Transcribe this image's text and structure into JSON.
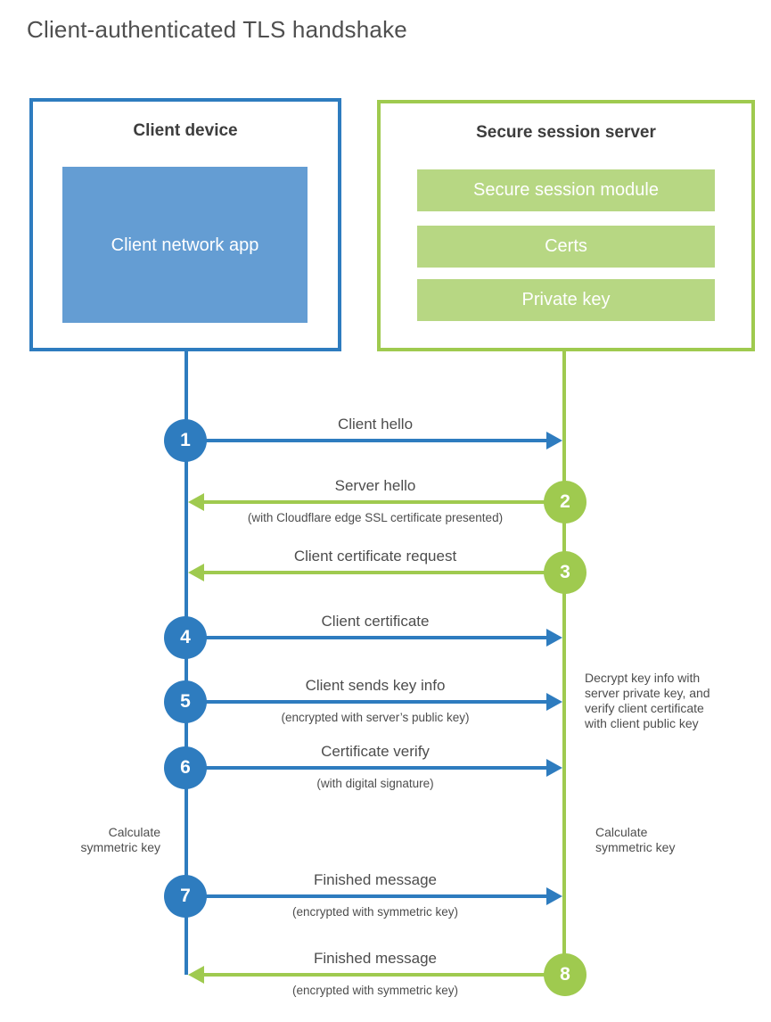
{
  "title": "Client-authenticated TLS handshake",
  "colors": {
    "blue": "#2e7cbf",
    "blue_fill": "#649dd3",
    "green": "#9fca4f",
    "green_fill": "#b7d783",
    "text": "#4d4d4d"
  },
  "client_box": {
    "heading": "Client device",
    "module": "Client network app"
  },
  "server_box": {
    "heading": "Secure session server",
    "modules": [
      {
        "label": "Secure session module"
      },
      {
        "label": "Certs"
      },
      {
        "label": "Private key"
      }
    ]
  },
  "messages": [
    {
      "number": "1",
      "label": "Client hello",
      "sublabel": "",
      "from": "client"
    },
    {
      "number": "2",
      "label": "Server hello",
      "sublabel": "(with Cloudflare edge SSL certificate presented)",
      "from": "server"
    },
    {
      "number": "3",
      "label": "Client certificate request",
      "sublabel": "",
      "from": "server"
    },
    {
      "number": "4",
      "label": "Client certificate",
      "sublabel": "",
      "from": "client"
    },
    {
      "number": "5",
      "label": "Client sends key info",
      "sublabel": "(encrypted with server’s public key)",
      "from": "client"
    },
    {
      "number": "6",
      "label": "Certificate verify",
      "sublabel": "(with digital signature)",
      "from": "client"
    },
    {
      "number": "7",
      "label": "Finished message",
      "sublabel": "(encrypted with symmetric key)",
      "from": "client"
    },
    {
      "number": "8",
      "label": "Finished message",
      "sublabel": "(encrypted with symmetric key)",
      "from": "server"
    }
  ],
  "notes": {
    "decrypt": "Decrypt key info with\nserver private key, and\nverify client certificate\nwith client public key",
    "calculate_left": "Calculate\nsymmetric key",
    "calculate_right": "Calculate\nsymmetric key"
  }
}
